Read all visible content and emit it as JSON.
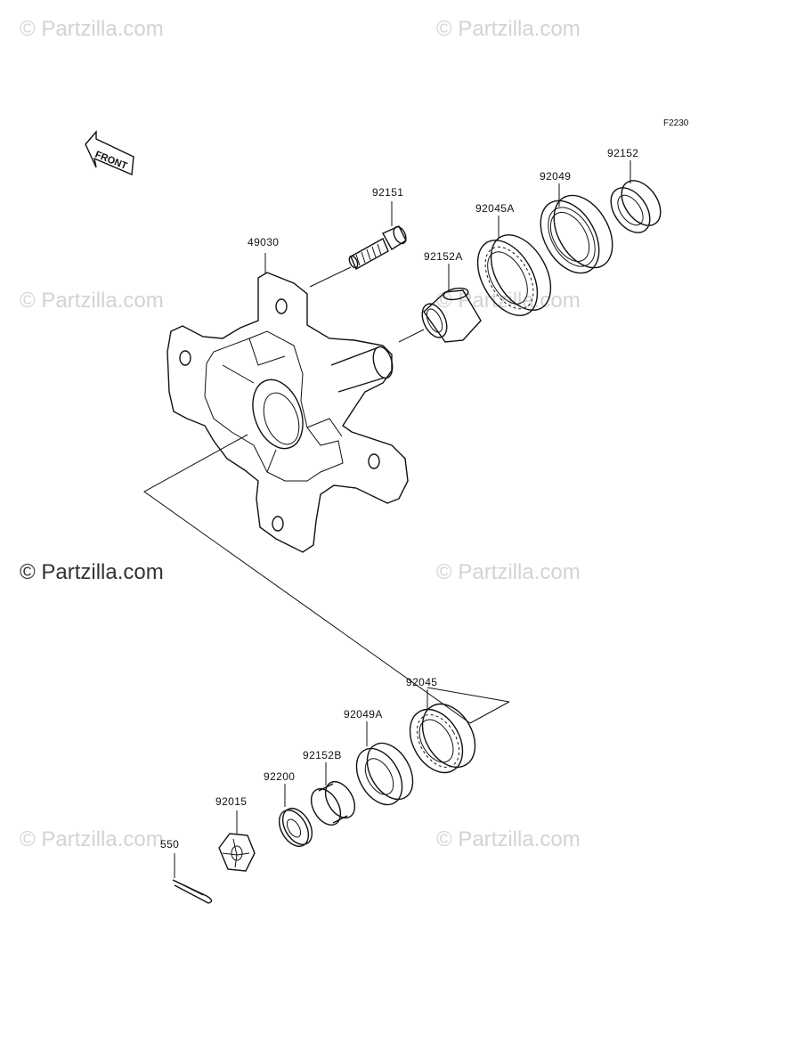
{
  "figure_code": "F2230",
  "front_arrow_label": "FRONT",
  "watermarks": {
    "faded": "© Partzilla.com",
    "main": "© Partzilla.com"
  },
  "parts": {
    "hub": "49030",
    "stud": "92151",
    "collar_a": "92152A",
    "bearing_a": "92045A",
    "seal": "92049",
    "collar": "92152",
    "bearing": "92045",
    "seal_a": "92049A",
    "collar_b": "92152B",
    "washer": "92200",
    "nut": "92015",
    "cotter_pin": "550"
  }
}
